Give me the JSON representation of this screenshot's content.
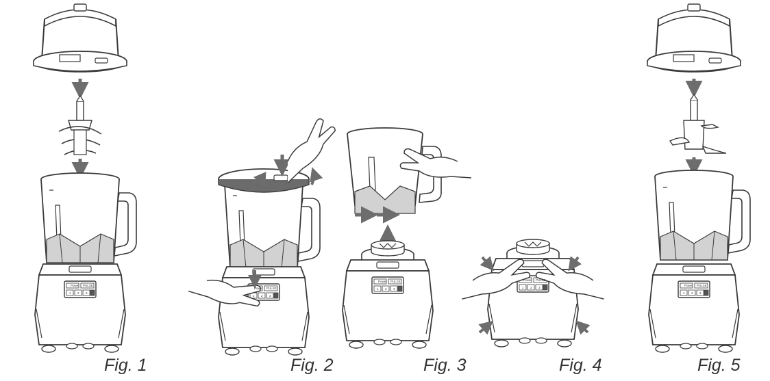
{
  "figures": [
    {
      "label": "Fig. 1"
    },
    {
      "label": "Fig. 2"
    },
    {
      "label": "Fig. 3"
    },
    {
      "label": "Fig. 4"
    },
    {
      "label": "Fig. 5"
    }
  ],
  "panel_texts": {
    "power": "Power",
    "pulse": "PULSE",
    "btn1": "1",
    "btn2": "2",
    "btn3": "3"
  },
  "colors": {
    "ink": "#3a3a3a",
    "arrow": "#6d6d6d",
    "shade": "#8a8a8a",
    "lid_band": "#6b6b6b"
  }
}
